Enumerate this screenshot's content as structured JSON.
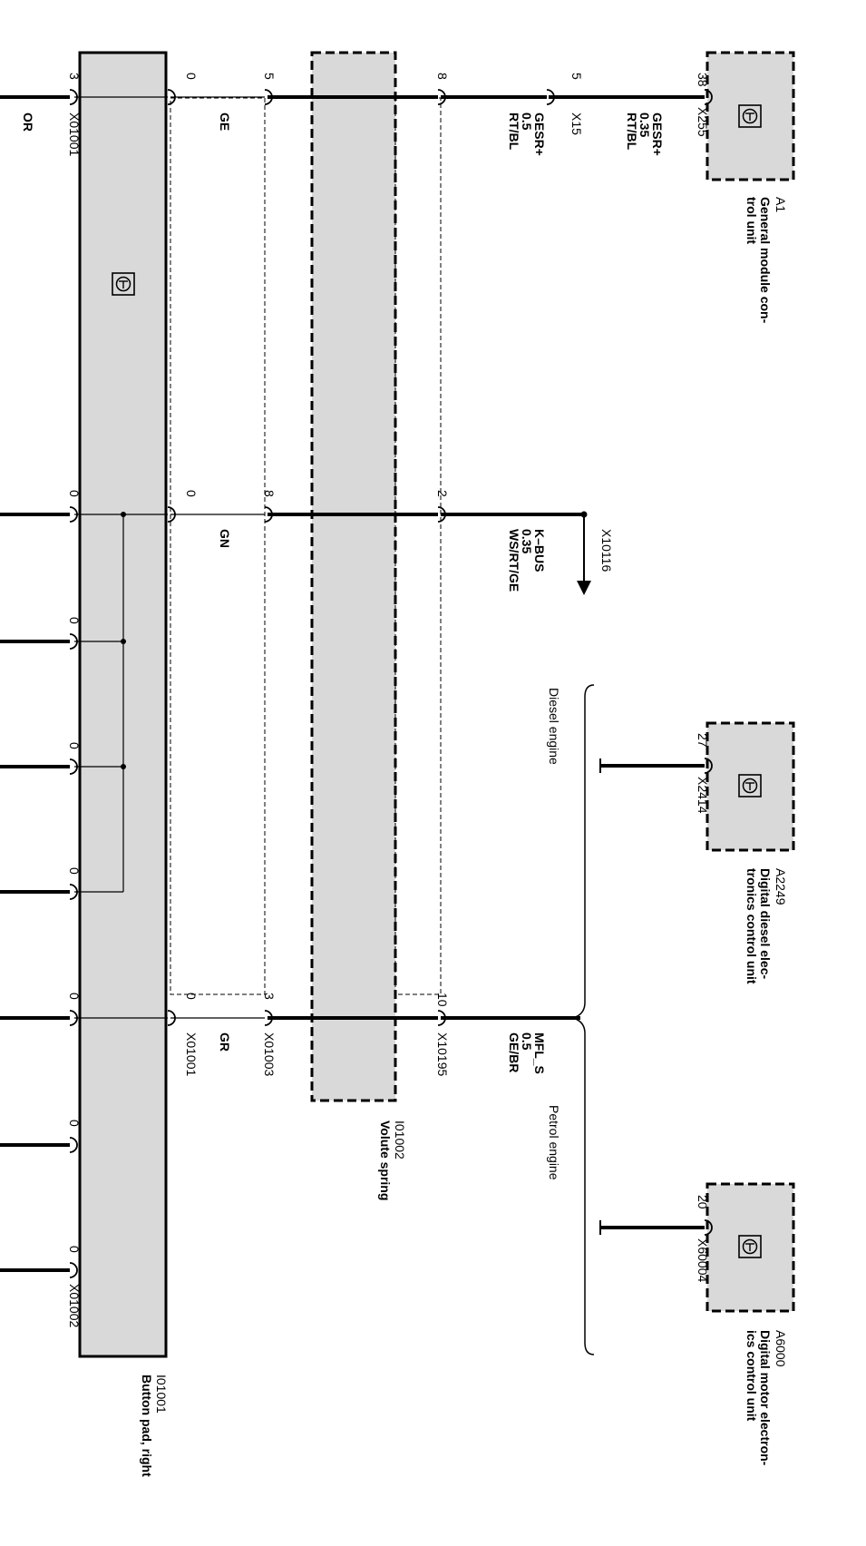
{
  "components": {
    "A1": {
      "id": "A1",
      "name_line1": "General module con-",
      "name_line2": "trol unit",
      "connector": "X255",
      "pin": "38"
    },
    "A2249": {
      "id": "A2249",
      "name_line1": "Digital diesel elec-",
      "name_line2": "tronics control unit",
      "connector": "X2414",
      "pin": "27"
    },
    "A6000": {
      "id": "A6000",
      "name_line1": "Digital motor electron-",
      "name_line2": "ics control unit",
      "connector": "X60004",
      "pin": "20"
    },
    "I01002": {
      "id": "I01002",
      "name": "Volute spring"
    },
    "I01001": {
      "id": "I01001",
      "name": "Button pad, right"
    }
  },
  "wires": {
    "gesr_a1": {
      "signal": "GESR+",
      "gauge": "0.35",
      "color": "RT/BL"
    },
    "gesr_x15": {
      "signal": "GESR+",
      "gauge": "0.5",
      "color": "RT/BL"
    },
    "kbus": {
      "signal": "K–BUS",
      "gauge": "0.35",
      "color": "WS/RT/GE"
    },
    "mfl": {
      "signal": "MFL_S",
      "gauge": "0.5",
      "color": "GE/BR"
    }
  },
  "connectors": {
    "x15": "X15",
    "x10116": "X10116",
    "x10195": "X10195",
    "x01003": "X01003",
    "x01001_top": "X01001",
    "x01001_right": "X01001",
    "x01002": "X01002"
  },
  "pins": {
    "p_x15": "5",
    "p_vs_top": "8",
    "p_vs_mid": "2",
    "p_vs_right": "10",
    "p_x01003_top": "5",
    "p_x01003_mid": "8",
    "p_x01003_right": "3",
    "p_btn_top": "0",
    "p_btn_mid": "0",
    "p_btn_right": "0",
    "p_or": "3",
    "p_b1": "0",
    "p_b2": "0",
    "p_b3": "0",
    "p_b4": "0",
    "p_b5": "0",
    "p_b6": "0",
    "p_b7": "0"
  },
  "colors_short": {
    "ge": "GE",
    "gn": "GN",
    "gr": "GR",
    "or": "OR"
  },
  "notes": {
    "diesel": "Diesel engine",
    "petrol": "Petrol engine"
  },
  "palette": {
    "box_fill": "#d9d9d9",
    "line": "#000000"
  }
}
